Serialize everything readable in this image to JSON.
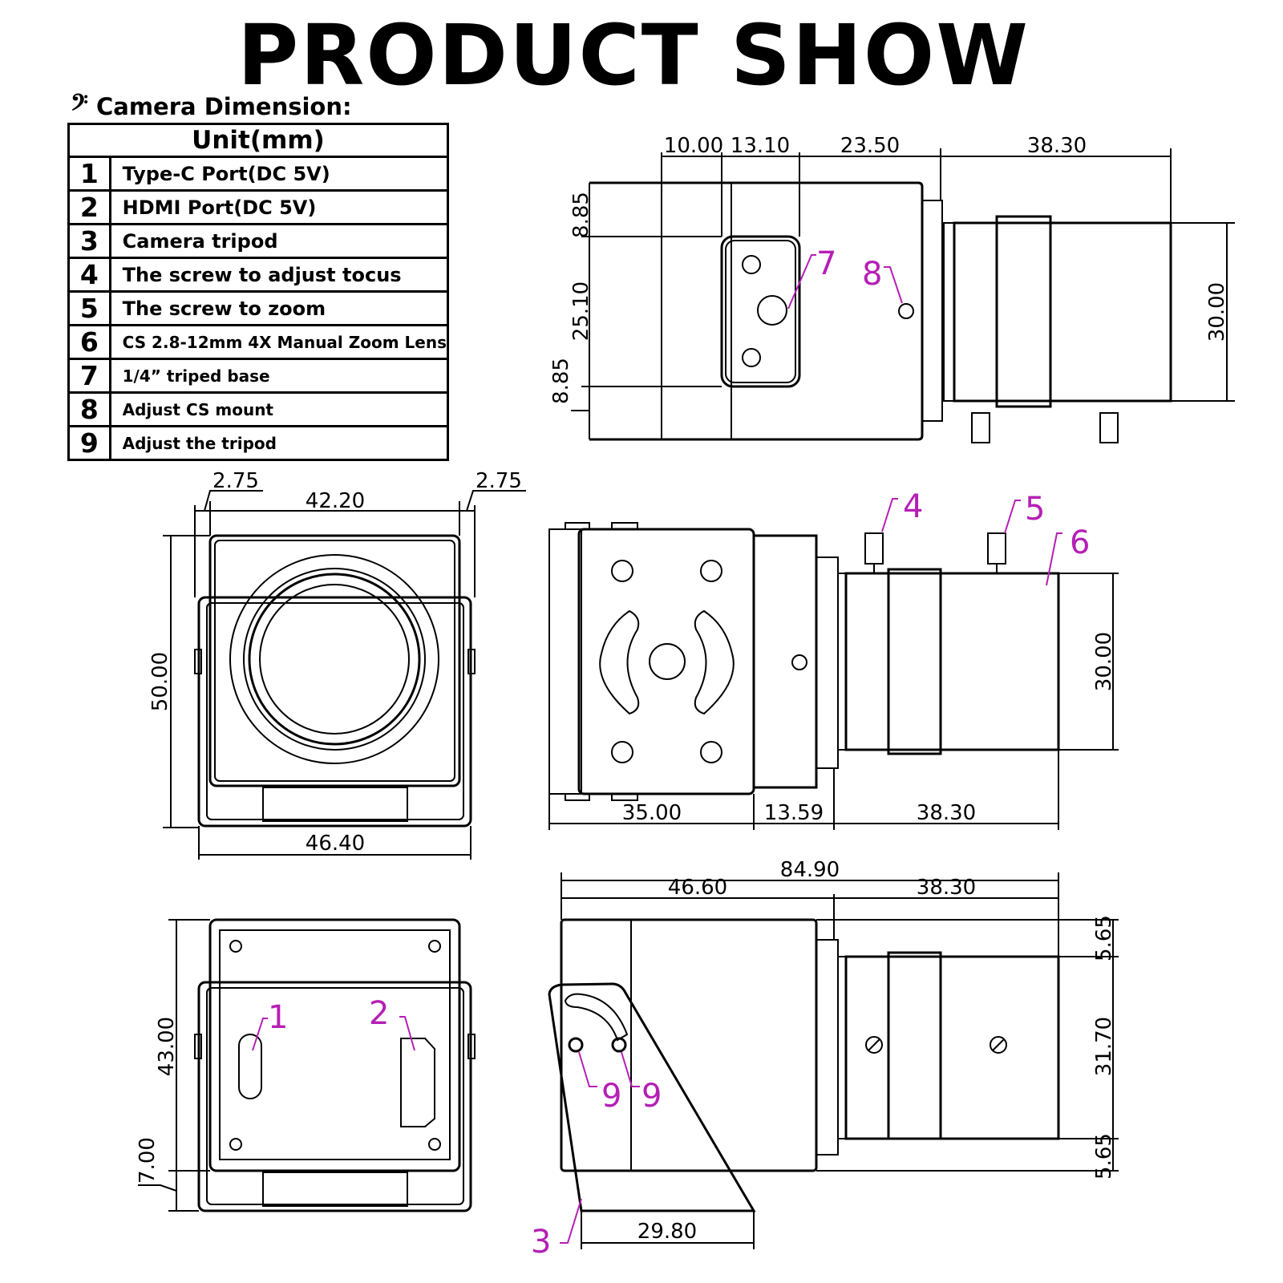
{
  "title": "PRODUCT SHOW",
  "subtitle": {
    "glyph": "𝄢",
    "text": "Camera Dimension:"
  },
  "table": {
    "header": "Unit(mm)",
    "rows": [
      {
        "num": "1",
        "text": "Type-C Port(DC 5V)"
      },
      {
        "num": "2",
        "text": "HDMI Port(DC 5V)"
      },
      {
        "num": "3",
        "text": "Camera tripod"
      },
      {
        "num": "4",
        "text": "The screw to adjust tocus"
      },
      {
        "num": "5",
        "text": "The screw to zoom"
      },
      {
        "num": "6",
        "text": "CS 2.8-12mm 4X Manual Zoom Lens"
      },
      {
        "num": "7",
        "text": "1/4” triped base"
      },
      {
        "num": "8",
        "text": "Adjust CS mount"
      },
      {
        "num": "9",
        "text": "Adjust the tripod"
      }
    ]
  },
  "side_view": {
    "dims_top": [
      "10.00",
      "13.10",
      "23.50",
      "38.30"
    ],
    "dims_left": [
      "8.85",
      "25.10",
      "8.85"
    ],
    "dim_right": "30.00",
    "callouts": [
      "7",
      "8"
    ]
  },
  "front_view": {
    "dim_left_gap": "2.75",
    "dim_width": "42.20",
    "dim_right_gap": "2.75",
    "dim_height": "50.00",
    "dim_base": "46.40"
  },
  "top_view": {
    "dims_bottom": [
      "35.00",
      "13.59",
      "38.30"
    ],
    "dim_right": "30.00",
    "callouts": [
      "4",
      "5",
      "6"
    ]
  },
  "back_view": {
    "dim_height": "43.00",
    "dim_base": "7.00",
    "callouts": [
      "1",
      "2"
    ]
  },
  "bottom_side_view": {
    "dim_total": "84.90",
    "dim_body": "46.60",
    "dim_lens": "38.30",
    "dims_right": [
      "5.65",
      "31.70",
      "5.65"
    ],
    "dim_tripod": "29.80",
    "callouts": [
      "9",
      "9",
      "3"
    ]
  },
  "colors": {
    "callout": "#b51fb5",
    "line": "#000000"
  }
}
